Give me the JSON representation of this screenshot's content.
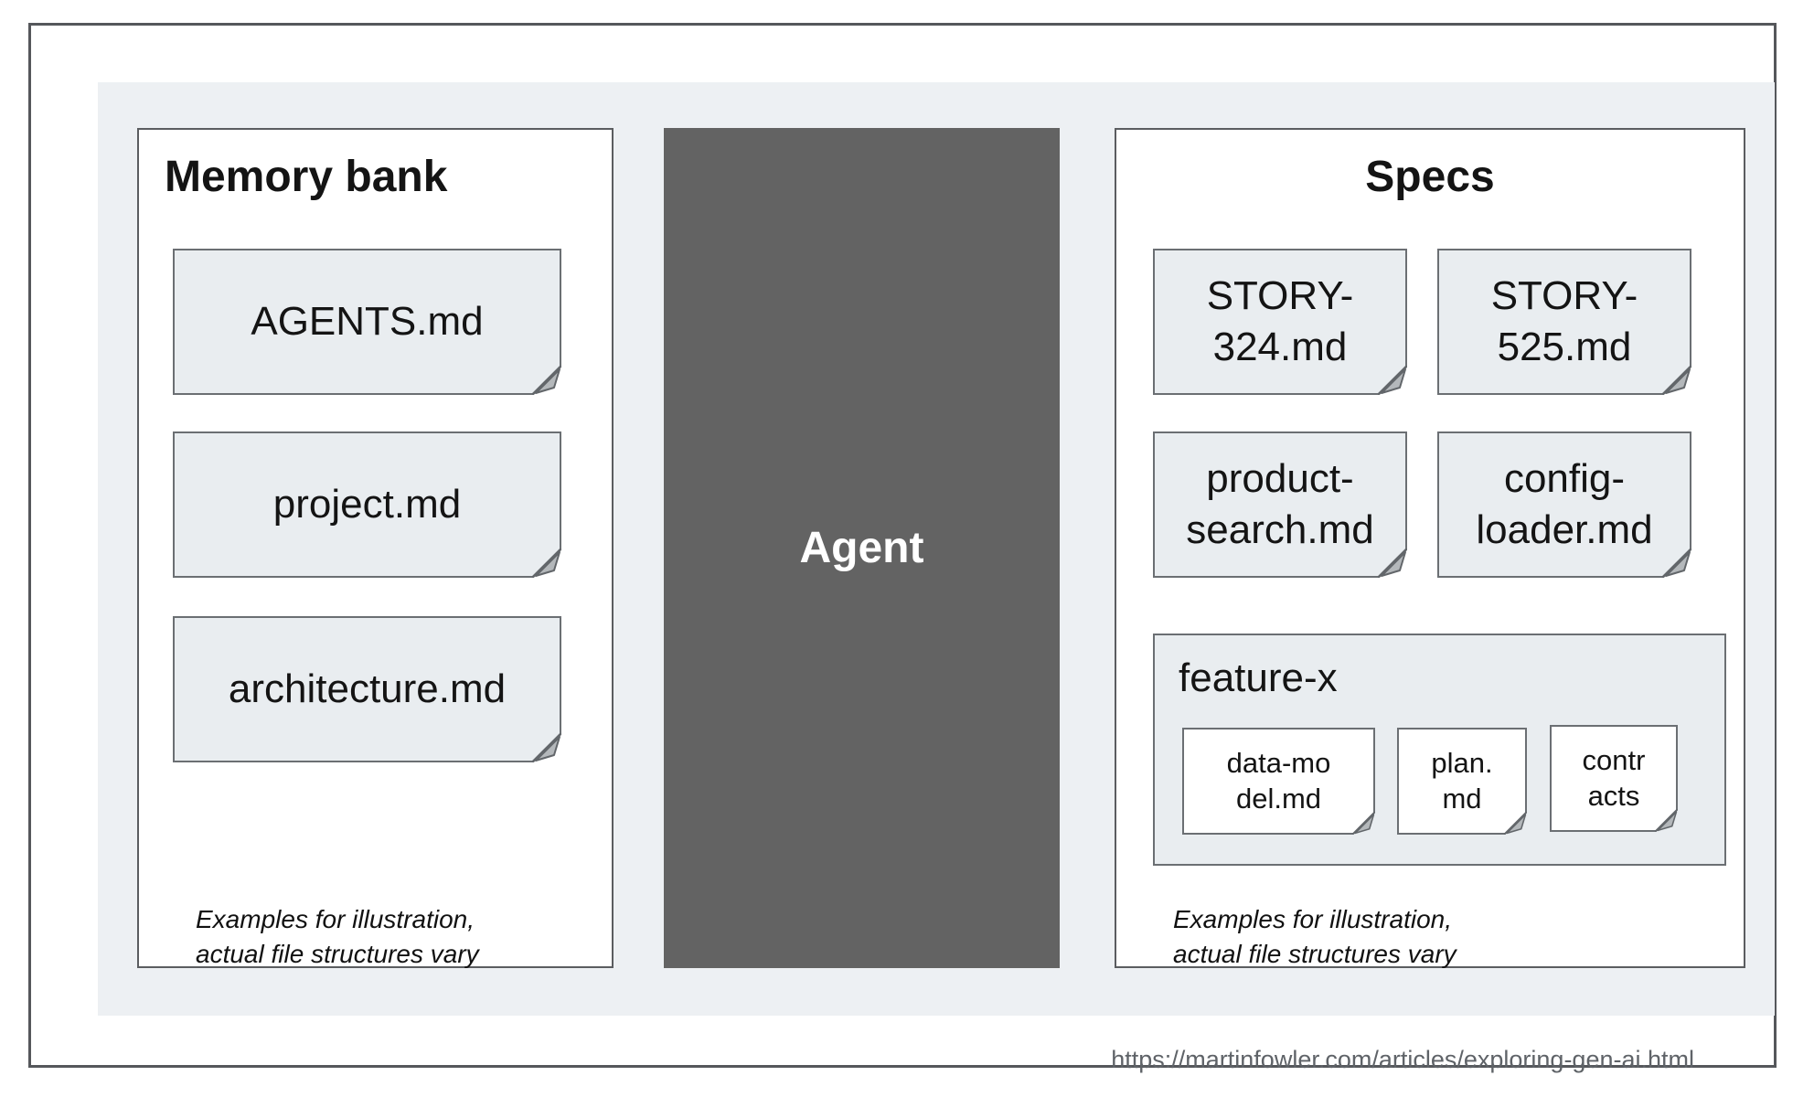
{
  "panels": {
    "memory": {
      "title": "Memory bank",
      "cards": [
        {
          "label": "AGENTS.md"
        },
        {
          "label": "project.md"
        },
        {
          "label": "architecture.md"
        }
      ],
      "note": "Examples for illustration,\nactual file structures vary"
    },
    "agent": {
      "label": "Agent"
    },
    "specs": {
      "title": "Specs",
      "cards": [
        {
          "label": "STORY-\n324.md"
        },
        {
          "label": "STORY-\n525.md"
        },
        {
          "label": "product-\nsearch.md"
        },
        {
          "label": "config-\nloader.md"
        }
      ],
      "folder": {
        "label": "feature-x",
        "cards": [
          {
            "label": "data-mo\ndel.md"
          },
          {
            "label": "plan.\nmd"
          },
          {
            "label": "contr\nacts"
          }
        ]
      },
      "note": "Examples for illustration,\nactual file structures vary"
    }
  },
  "footer": {
    "url": "https://martinfowler.com/articles/exploring-gen-ai.html"
  },
  "colors": {
    "background_panel": "#edf0f3",
    "card_fill": "#e9edf0",
    "agent_fill": "#636363",
    "frame_border": "#55575b",
    "card_border": "#6b6f73",
    "fold_flap": "#b4b8bb",
    "url_text": "#5f6368"
  }
}
